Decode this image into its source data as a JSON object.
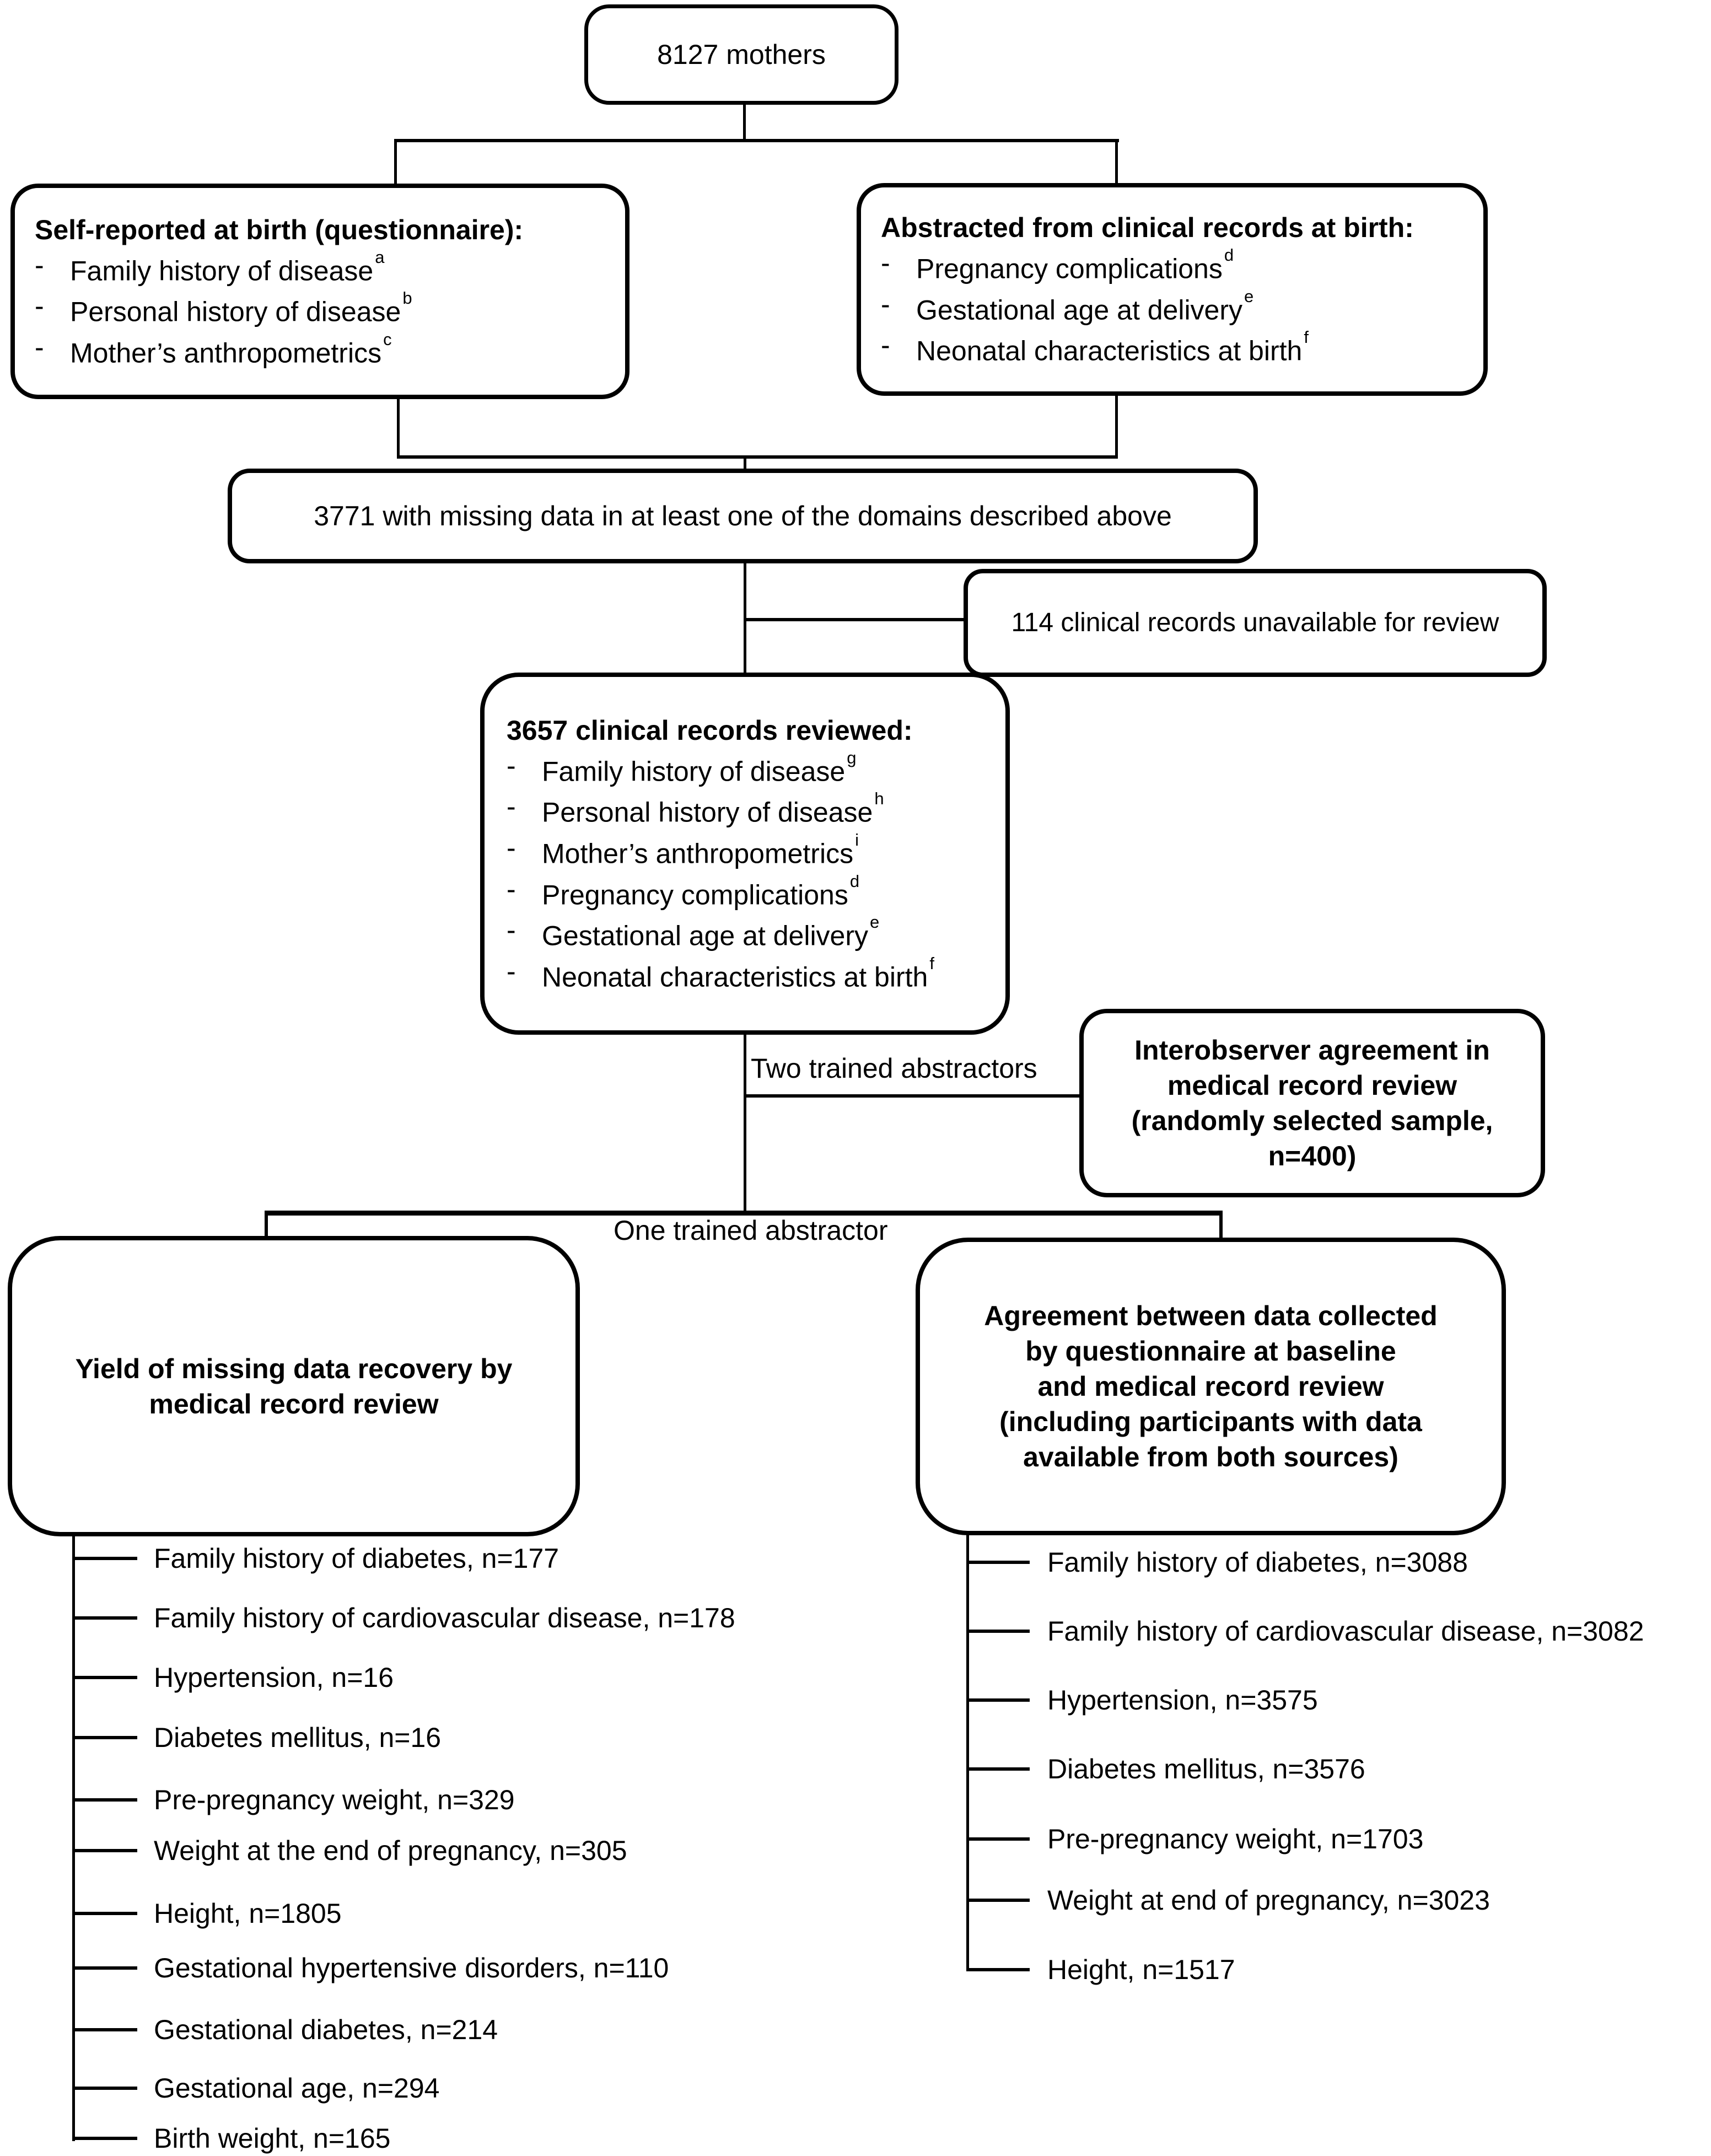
{
  "flowchart": {
    "mothers_box": {
      "text": "8127 mothers"
    },
    "self_reported_box": {
      "title": "Self-reported at birth (questionnaire):",
      "bullet": "-",
      "items": [
        {
          "text": "Family history of disease",
          "sup": "a"
        },
        {
          "text": "Personal history of disease",
          "sup": "b"
        },
        {
          "text": "Mother’s anthropometrics",
          "sup": "c"
        }
      ]
    },
    "abstracted_box": {
      "title": "Abstracted from clinical records at birth:",
      "bullet": "-",
      "items": [
        {
          "text": "Pregnancy complications",
          "sup": "d"
        },
        {
          "text": "Gestational age at delivery",
          "sup": "e"
        },
        {
          "text": "Neonatal characteristics at birth",
          "sup": "f"
        }
      ]
    },
    "missing_box": {
      "text": "3771 with missing data in at least one of the domains described above"
    },
    "unavailable_box": {
      "text": "114 clinical records unavailable for review"
    },
    "reviewed_box": {
      "title": "3657 clinical records reviewed:",
      "bullet": "-",
      "items": [
        {
          "text": "Family history of disease",
          "sup": "g"
        },
        {
          "text": "Personal history of disease",
          "sup": "h"
        },
        {
          "text": "Mother’s anthropometrics",
          "sup": "i"
        },
        {
          "text": "Pregnancy complications",
          "sup": "d"
        },
        {
          "text": "Gestational age at delivery",
          "sup": "e"
        },
        {
          "text": "Neonatal characteristics at birth",
          "sup": "f"
        }
      ]
    },
    "two_abstractors_label": "Two trained abstractors",
    "one_abstractor_label": "One trained abstractor",
    "interobserver_box": {
      "lines": [
        "Interobserver agreement in",
        "medical record review",
        "(randomly selected sample,",
        "n=400)"
      ]
    },
    "yield_box": {
      "lines": [
        "Yield of missing data recovery by",
        "medical record review"
      ]
    },
    "agreement_box": {
      "lines": [
        "Agreement between data collected",
        "by questionnaire  at baseline",
        "and medical record review",
        "(including participants with data",
        "available from both sources)"
      ]
    },
    "yield_list": [
      "Family history of diabetes, n=177",
      "Family history of cardiovascular disease, n=178",
      "Hypertension, n=16",
      "Diabetes mellitus, n=16",
      "Pre-pregnancy weight, n=329",
      "Weight at the end of pregnancy, n=305",
      "Height, n=1805",
      "Gestational hypertensive disorders, n=110",
      "Gestational diabetes, n=214",
      "Gestational age, n=294",
      "Birth weight, n=165"
    ],
    "agreement_list": [
      "Family history of diabetes, n=3088",
      "Family history of cardiovascular disease, n=3082",
      "Hypertension, n=3575",
      "Diabetes mellitus, n=3576",
      "Pre-pregnancy weight, n=1703",
      "Weight at end of pregnancy, n=3023",
      "Height, n=1517"
    ]
  }
}
